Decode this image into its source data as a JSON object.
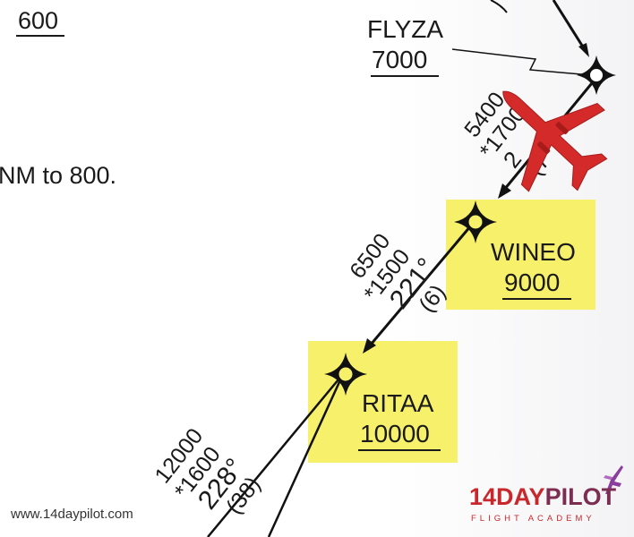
{
  "top_left_altitude": "600",
  "note_fragment": "NM to 800.",
  "fixes": {
    "flyza": {
      "name": "FLYZA",
      "altitude": "7000"
    },
    "wineo": {
      "name": "WINEO",
      "altitude": "9000"
    },
    "ritaa": {
      "name": "RITAA",
      "altitude": "10000"
    }
  },
  "legs": {
    "flyza_wineo": {
      "line1": "5400",
      "line2": "*1700",
      "line3": "2  ",
      "line4": "(7"
    },
    "wineo_ritaa": {
      "line1": "6500",
      "line2": "*1500",
      "line3": "221°",
      "line4": "(6)"
    },
    "ritaa_out": {
      "line1": "12000",
      "line2": "*1600",
      "line3": "228°",
      "line4": "(38)"
    }
  },
  "website": "www.14daypilot.com",
  "logo": {
    "main_red": "14DAY",
    "main_purple": "PILOT",
    "sub": "FLIGHT ACADEMY"
  },
  "colors": {
    "highlight": "#f7f06a",
    "aircraft": "#d42a2a",
    "line": "#111111",
    "brand_purple": "#7b2d52",
    "brand_red": "#c8282c"
  }
}
